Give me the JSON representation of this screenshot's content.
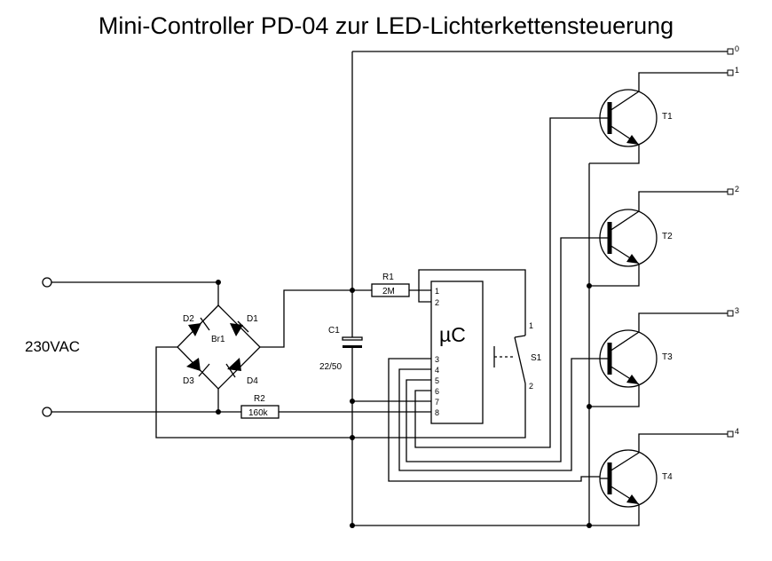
{
  "title": "Mini-Controller PD-04 zur LED-Lichterkettensteuerung",
  "supply_label": "230VAC",
  "components": {
    "bridge": "Br1",
    "d1": "D1",
    "d2": "D2",
    "d3": "D3",
    "d4": "D4",
    "r1": "R1",
    "r1_value": "2M",
    "r2": "R2",
    "r2_value": "160k",
    "c1": "C1",
    "c1_value": "22/50",
    "mcu": "µC",
    "switch": "S1",
    "switch_pin1": "1",
    "switch_pin2": "2",
    "t1": "T1",
    "t2": "T2",
    "t3": "T3",
    "t4": "T4"
  },
  "mcu_pins": [
    "1",
    "2",
    "3",
    "4",
    "5",
    "6",
    "7",
    "8"
  ],
  "outputs": [
    "0",
    "1",
    "2",
    "3",
    "4"
  ]
}
